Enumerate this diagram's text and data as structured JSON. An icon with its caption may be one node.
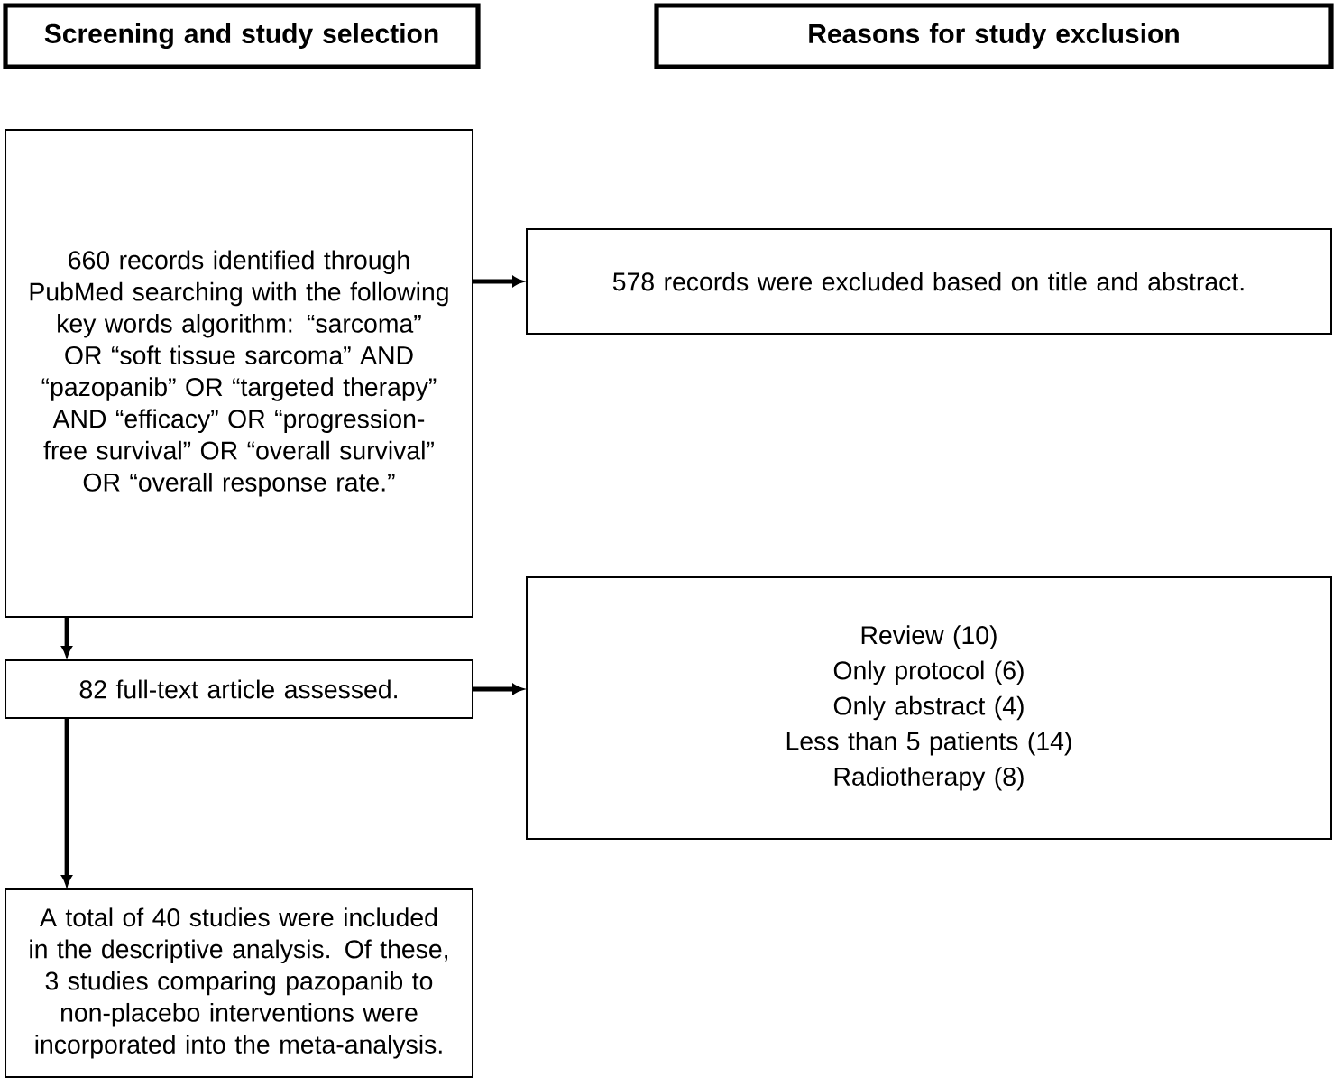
{
  "diagram": {
    "nodes": [
      {
        "text": [
          "Screening and study selection"
        ]
      },
      {
        "text": [
          "Reasons for study exclusion"
        ]
      },
      {
        "text": [
          "660 records identified through PubMed searching with the following key words algorithm: “sarcoma” OR “soft tissue sarcoma” AND “pazopanib” OR “targeted therapy” AND “efficacy” OR “progression-free survival” OR “overall survival” OR “overall response rate.”"
        ]
      },
      {
        "text": [
          "578 records were excluded based on title and abstract."
        ]
      },
      {
        "text": [
          "82 full-text article assessed."
        ]
      },
      {
        "text": [
          "Review (10)",
          "Only protocol (6)",
          "Only abstract (4)",
          "Less than 5 patients (14)",
          "Radiotherapy (8)"
        ]
      },
      {
        "text": [
          "A total of 40 studies were included in the descriptive analysis. Of these, 3 studies comparing pazopanib to non-placebo interventions were incorporated into the meta-analysis."
        ]
      }
    ],
    "edges": [
      {
        "from": 2,
        "to": 3,
        "arrow": "to"
      },
      {
        "from": 2,
        "to": 4,
        "arrow": "to"
      },
      {
        "from": 4,
        "to": 5,
        "arrow": "to"
      },
      {
        "from": 4,
        "to": 6,
        "arrow": "to"
      }
    ]
  }
}
